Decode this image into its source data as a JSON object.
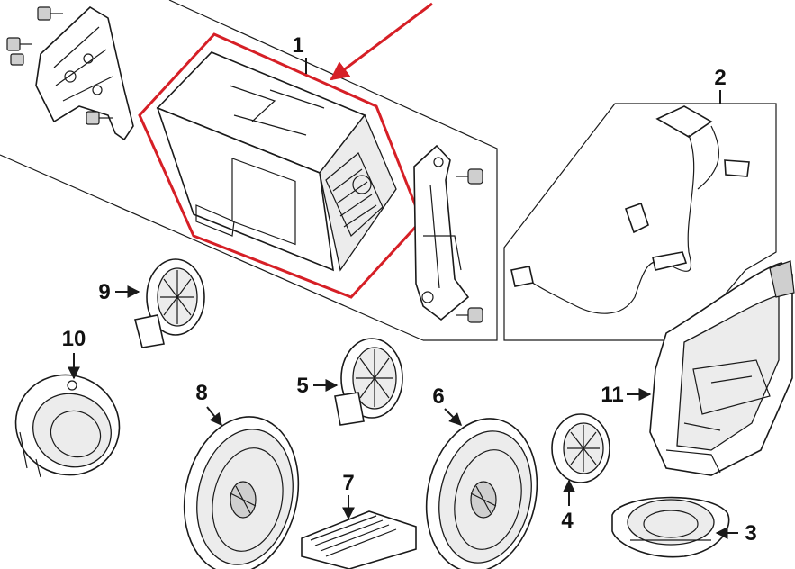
{
  "diagram": {
    "highlight_color": "#d61f26",
    "line_color": "#1a1a1a",
    "callouts": [
      {
        "id": "1",
        "label": "1",
        "part": "radio-head-unit"
      },
      {
        "id": "2",
        "label": "2",
        "part": "antenna-cable-assembly"
      },
      {
        "id": "3",
        "label": "3",
        "part": "small-speaker"
      },
      {
        "id": "4",
        "label": "4",
        "part": "tweeter"
      },
      {
        "id": "5",
        "label": "5",
        "part": "tweeter"
      },
      {
        "id": "6",
        "label": "6",
        "part": "door-speaker"
      },
      {
        "id": "7",
        "label": "7",
        "part": "amplifier-module"
      },
      {
        "id": "8",
        "label": "8",
        "part": "door-speaker"
      },
      {
        "id": "9",
        "label": "9",
        "part": "tweeter"
      },
      {
        "id": "10",
        "label": "10",
        "part": "center-speaker"
      },
      {
        "id": "11",
        "label": "11",
        "part": "subwoofer-enclosure"
      }
    ]
  }
}
